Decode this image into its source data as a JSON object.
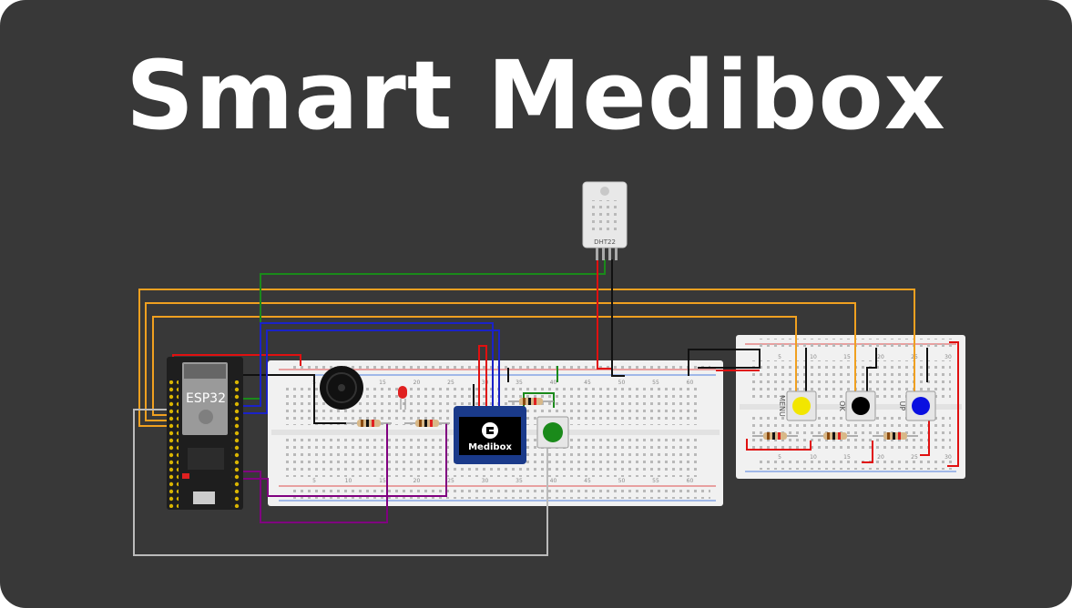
{
  "title": "Smart Medibox",
  "esp32": {
    "label": "ESP32"
  },
  "dht": {
    "label": "DHT22"
  },
  "oled": {
    "label": "Medibox"
  },
  "buttons": {
    "menu": "MENU",
    "ok": "OK",
    "up": "UP"
  },
  "breadboard_numbers": [
    "5",
    "10",
    "15",
    "20",
    "25",
    "30",
    "35",
    "40",
    "45",
    "50",
    "55",
    "60"
  ],
  "small_breadboard_numbers": [
    "5",
    "10",
    "15",
    "20",
    "25",
    "30"
  ],
  "colors": {
    "background": "#383838",
    "red_wire": "#e01010",
    "black_wire": "#111111",
    "green_wire": "#1a8a1a",
    "blue_wire": "#1a22c8",
    "orange_wire": "#f0a020",
    "purple_wire": "#800080",
    "gray_wire": "#bbbbbb"
  }
}
